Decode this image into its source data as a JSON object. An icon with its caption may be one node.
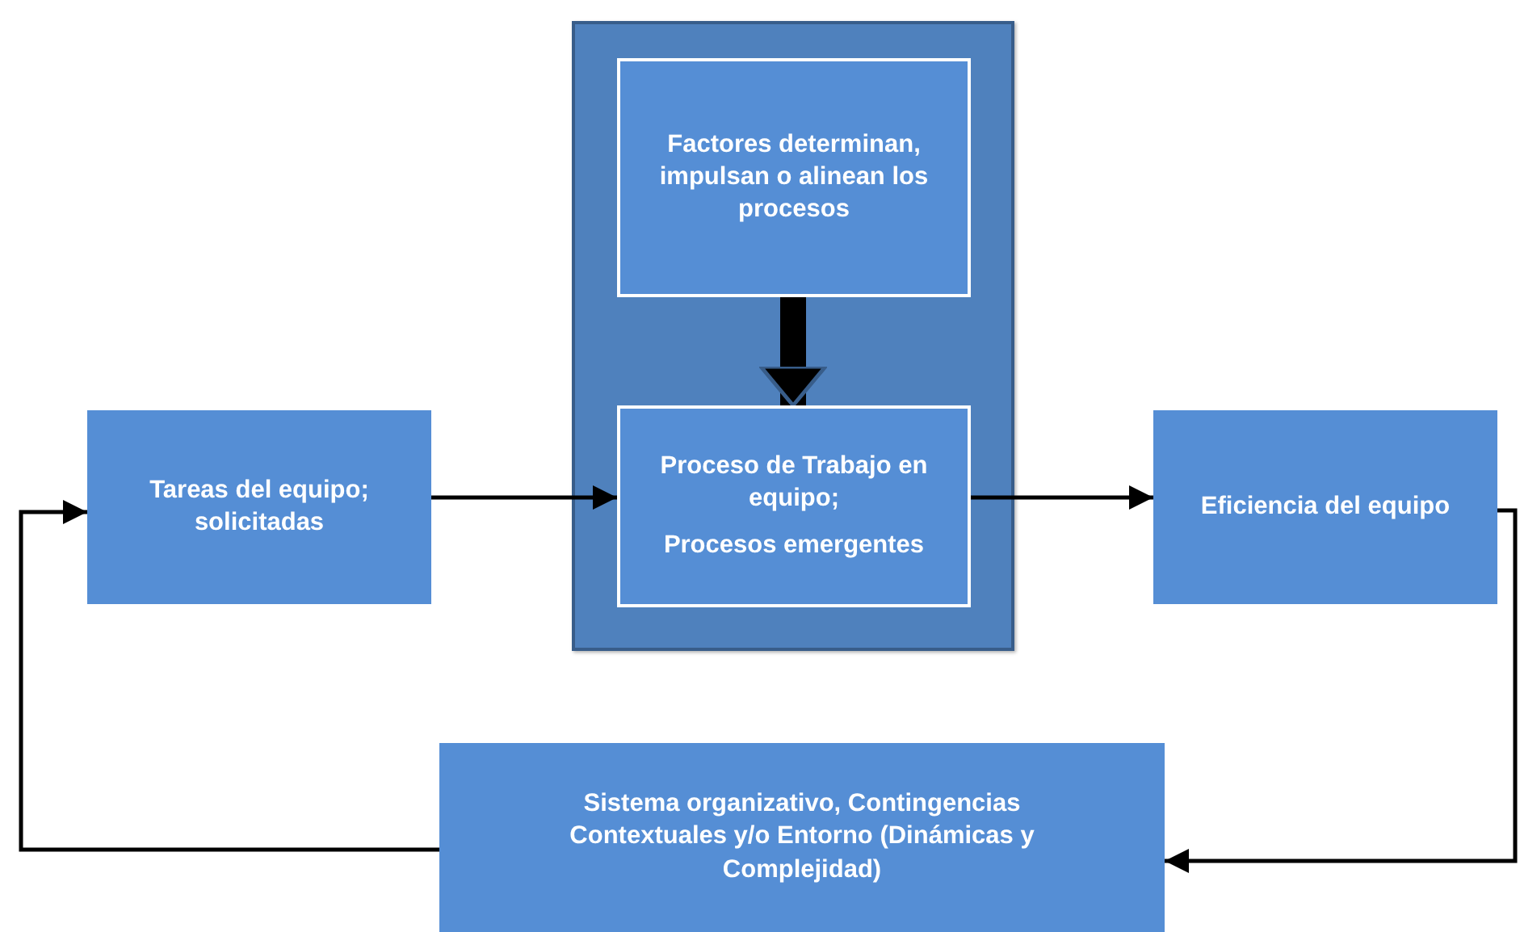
{
  "diagram": {
    "nodes": [
      {
        "text": [
          "Tareas del equipo; solicitadas"
        ]
      },
      {
        "text": [],
        "shape": "box"
      },
      {
        "text": [
          "Factores determinan, impulsan o alinean los procesos"
        ],
        "in": 1
      },
      {
        "text": [
          "Proceso de Trabajo en equipo;",
          "Procesos emergentes"
        ],
        "in": 1
      },
      {
        "text": [
          "Eficiencia del equipo"
        ]
      },
      {
        "text": [
          "Sistema organizativo, Contingencias Contextuales y/o Entorno (Dinámicas y Complejidad)"
        ]
      }
    ],
    "edges": [
      {
        "from": 0,
        "to": 3,
        "arrow": "to"
      },
      {
        "from": 2,
        "to": 3,
        "arrow": "to",
        "style": "thick"
      },
      {
        "from": 3,
        "to": 4,
        "arrow": "to"
      },
      {
        "from": 4,
        "to": 5,
        "arrow": "to"
      },
      {
        "from": 5,
        "to": 0,
        "arrow": "to"
      }
    ]
  }
}
